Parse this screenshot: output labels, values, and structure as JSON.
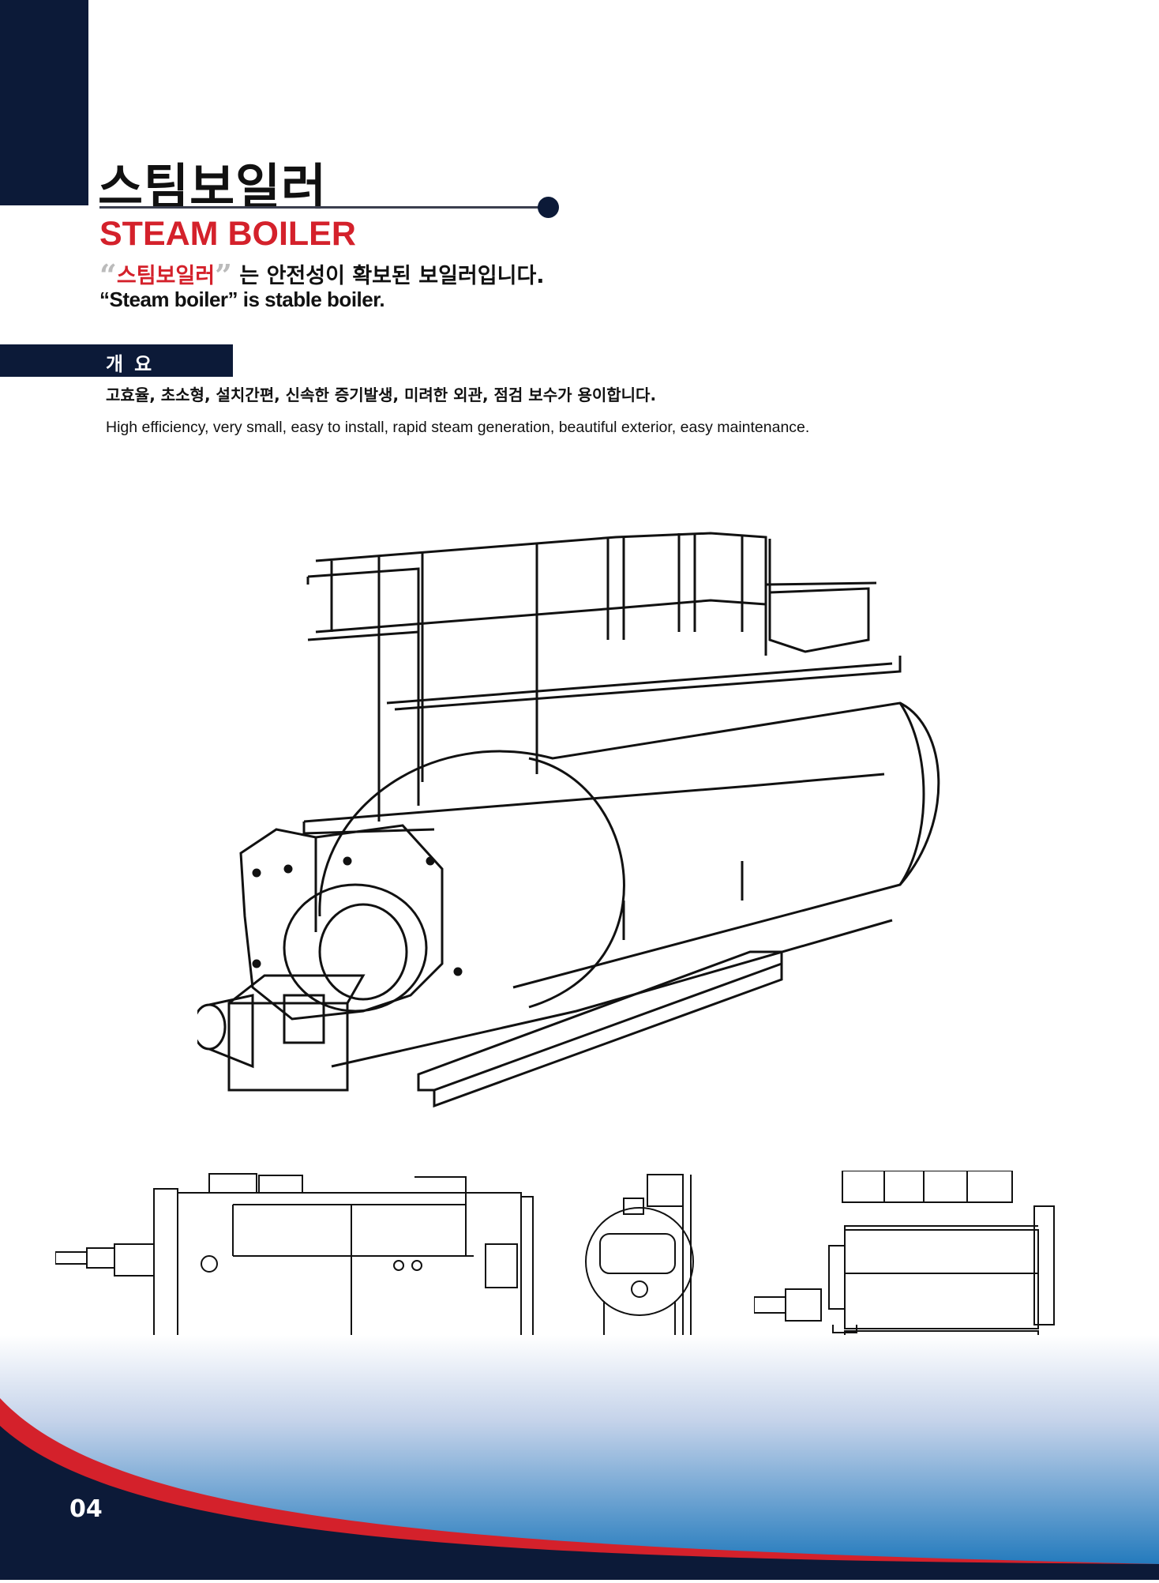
{
  "header": {
    "title_ko": "스팀보일러",
    "title_en": "STEAM BOILER",
    "tagline_ko_quoted": "스팀보일러",
    "tagline_ko_rest": "는 안전성이 확보된 보일러입니다.",
    "tagline_en": "“Steam boiler” is stable boiler."
  },
  "section": {
    "label": "개요",
    "description_ko": "고효율, 초소형, 설치간편, 신속한 증기발생, 미려한 외관, 점검 보수가 용이합니다.",
    "description_en": "High efficiency, very small, easy to install, rapid steam generation, beautiful exterior, easy maintenance."
  },
  "footer": {
    "page_number": "04"
  },
  "colors": {
    "navy": "#0c1a38",
    "red": "#d4212b",
    "blue": "#1a75bd"
  }
}
